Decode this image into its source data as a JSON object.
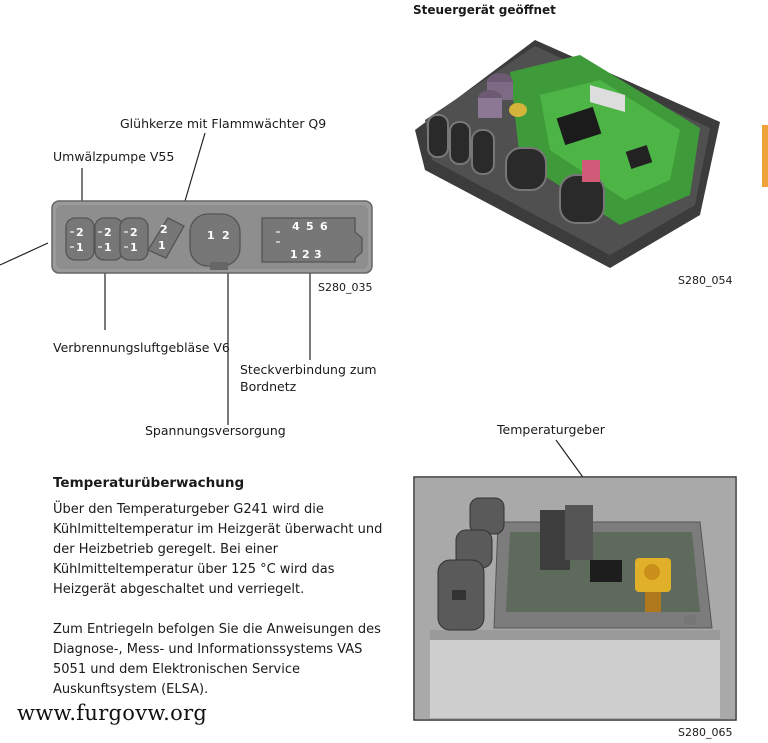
{
  "connector_diagram": {
    "label_q9": "Glühkerze mit Flammwächter Q9",
    "label_v55": "Umwälzpumpe V55",
    "label_v6": "Verbrennungsluftgebläse V6",
    "label_bordnetz_line1": "Steckverbindung zum",
    "label_bordnetz_line2": "Bordnetz",
    "label_power": "Spannungsversorgung",
    "figure_id": "S280_035",
    "pins": {
      "two": "2",
      "one": "1",
      "p4": "4",
      "p5": "5",
      "p6": "6",
      "p1": "1",
      "p2": "2",
      "p3": "3"
    }
  },
  "photo_top": {
    "title": "Steuergerät geöffnet",
    "figure_id": "S280_054"
  },
  "photo_bottom": {
    "label": "Temperaturgeber",
    "figure_id": "S280_065"
  },
  "section": {
    "heading": "Temperaturüberwachung",
    "paragraph1": "Über den Temperaturgeber G241 wird die Kühlmitteltemperatur im Heizgerät überwacht und der Heizbetrieb geregelt. Bei einer Kühlmitteltemperatur über 125 °C wird das Heizgerät abgeschaltet und verriegelt.",
    "paragraph2": "Zum Entriegeln befolgen Sie die Anweisungen des Diagnose-, Mess- und Informationssystems VAS 5051 und dem Elektronischen Service Auskunftsystem (ELSA)."
  },
  "watermark": "www.furgovw.org",
  "colors": {
    "accent": "#f0a23a",
    "connector_fill": "#8c8c8c",
    "board_green": "#3f9a3a"
  }
}
